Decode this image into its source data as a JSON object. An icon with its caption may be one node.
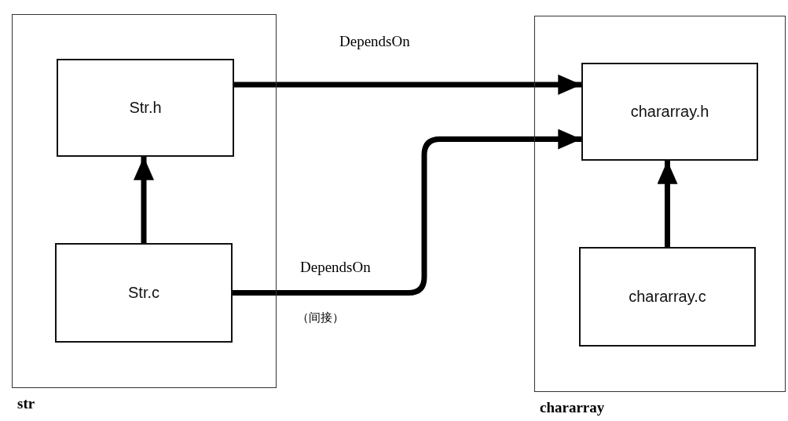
{
  "diagram": {
    "nodes": [
      {
        "text": [
          "str"
        ]
      },
      {
        "text": [
          "Str.h"
        ],
        "in": 0
      },
      {
        "text": [
          "Str.c"
        ],
        "in": 0
      },
      {
        "text": [
          "chararray"
        ]
      },
      {
        "text": [
          "chararray.h"
        ],
        "in": 3
      },
      {
        "text": [
          "chararray.c"
        ],
        "in": 3
      }
    ],
    "edges": [
      {
        "from": 1,
        "to": 4,
        "arrow": "to",
        "label": "DependsOn"
      },
      {
        "from": 2,
        "to": 1,
        "arrow": "to"
      },
      {
        "from": 2,
        "to": 4,
        "arrow": "to",
        "label": "DependsOn"
      },
      {
        "from": 5,
        "to": 4,
        "arrow": "to"
      }
    ],
    "labels": [
      "（间接）"
    ]
  }
}
